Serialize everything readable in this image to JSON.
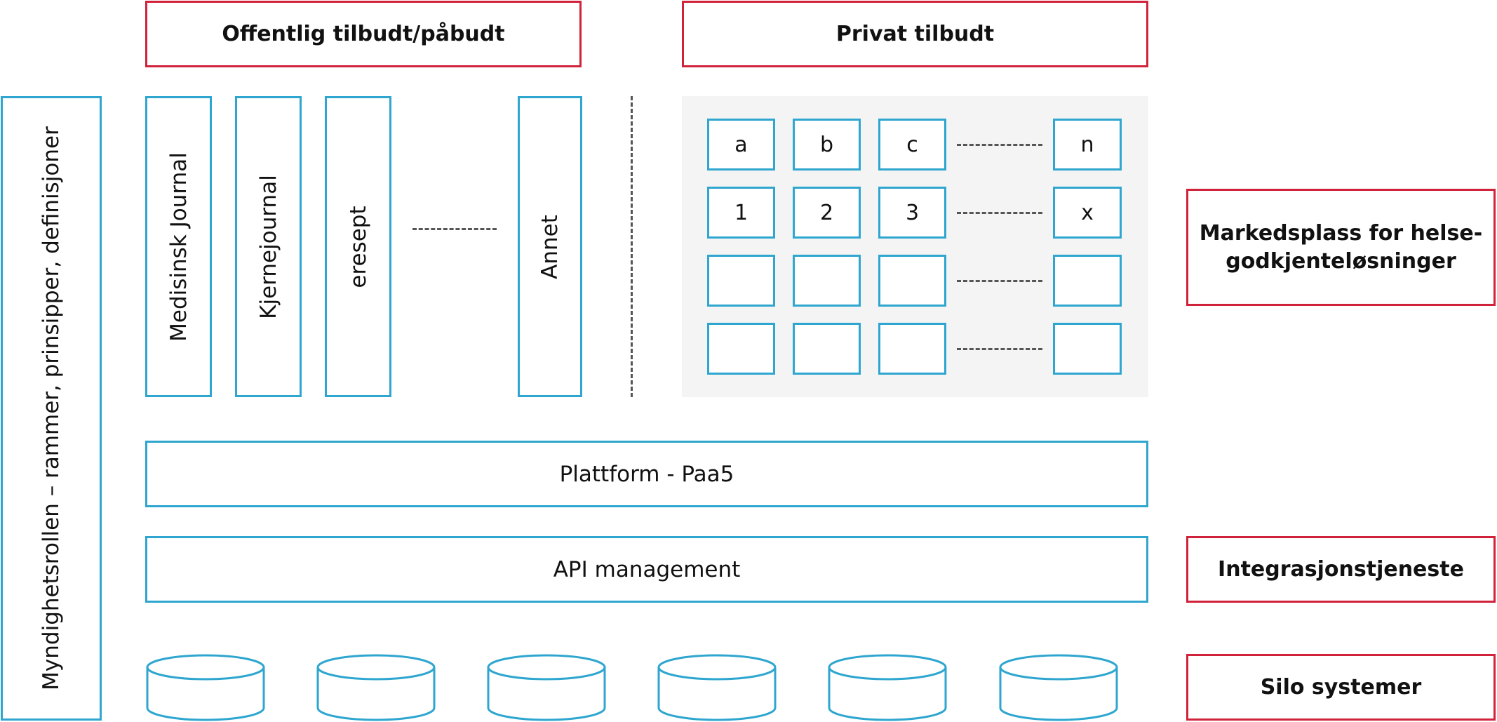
{
  "headers": {
    "public": "Offentlig tilbudt/påbudt",
    "private": "Privat tilbudt"
  },
  "authority": "Myndighetsrollen – rammer, prinsipper, definisjoner",
  "public_services": [
    "Medisinsk Journal",
    "Kjernejournal",
    "eresept",
    "Annet"
  ],
  "private_grid": {
    "rows": [
      [
        "a",
        "b",
        "c",
        "n"
      ],
      [
        "1",
        "2",
        "3",
        "x"
      ],
      [
        "",
        "",
        "",
        ""
      ],
      [
        "",
        "",
        "",
        ""
      ]
    ]
  },
  "platform": "Plattform - Paa5",
  "api": "API management",
  "right_labels": {
    "marketplace": "Markedsplass for helse-godkjenteløsninger",
    "integration": "Integrasjonstjeneste",
    "silo": "Silo systemer"
  },
  "database_count": 6,
  "colors": {
    "red": "#d0223a",
    "blue": "#2ea6cf",
    "dash": "#555555",
    "panel": "#f4f4f4"
  }
}
